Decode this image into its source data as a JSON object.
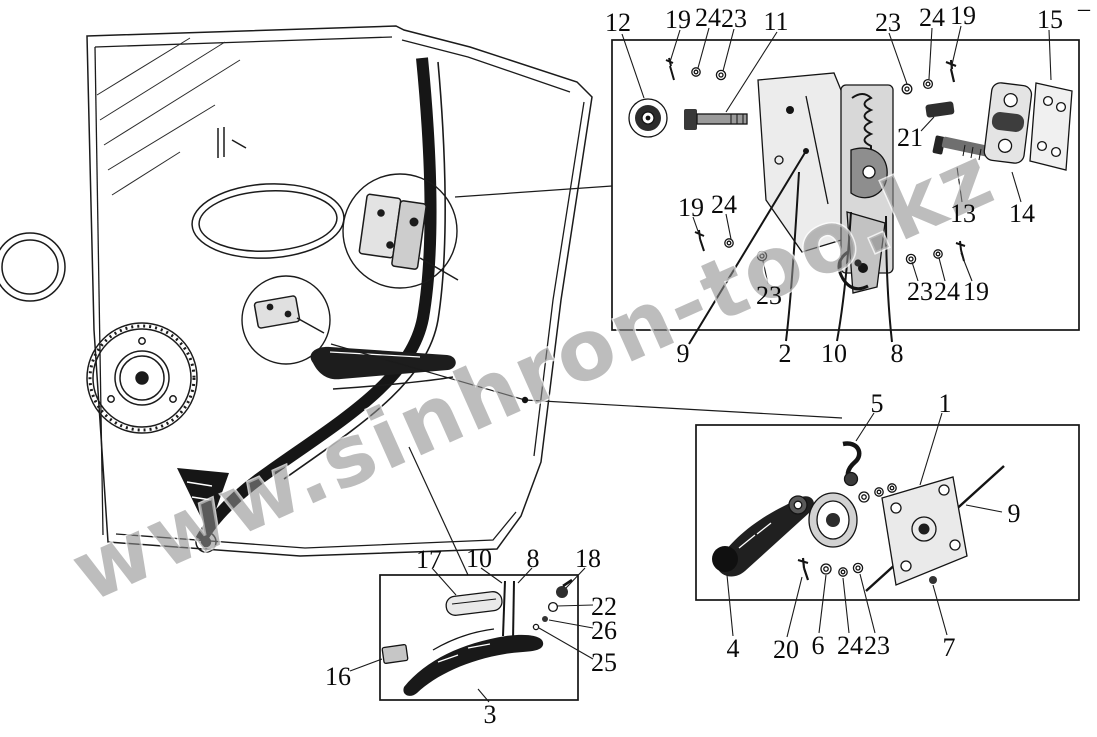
{
  "page": {
    "watermark": "www.sinhron-too.kz",
    "corner_mark": "–",
    "colors": {
      "line": "#1b1b1b",
      "watermark": "#8e8e8e",
      "background": "#ffffff"
    }
  },
  "diagram": {
    "boxes": {
      "lock": {
        "callouts": [
          "12",
          "19",
          "24",
          "23",
          "11",
          "23",
          "24",
          "19",
          "15",
          "21",
          "13",
          "14",
          "19",
          "24",
          "23",
          "23",
          "24",
          "19",
          "9",
          "2",
          "10",
          "8"
        ]
      },
      "regulator": {
        "callouts": [
          "5",
          "1",
          "9",
          "4",
          "20",
          "6",
          "24",
          "23",
          "7"
        ]
      },
      "handle": {
        "callouts": [
          "17",
          "10",
          "8",
          "18",
          "22",
          "26",
          "25",
          "16",
          "3"
        ]
      }
    }
  }
}
